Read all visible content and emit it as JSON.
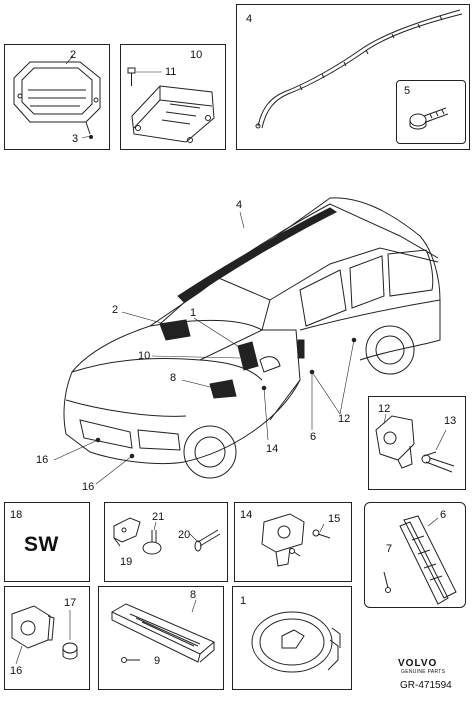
{
  "callouts": {
    "p2_2": "2",
    "p2_3": "3",
    "p10_10": "10",
    "p10_11": "11",
    "p4_4": "4",
    "p5_5": "5",
    "car_4": "4",
    "car_2": "2",
    "car_1": "1",
    "car_10": "10",
    "car_8": "8",
    "car_16a": "16",
    "car_16b": "16",
    "car_14": "14",
    "car_6": "6",
    "car_12": "12",
    "p12_12": "12",
    "p12_13": "13",
    "p18_18": "18",
    "p21_21": "21",
    "p21_20": "20",
    "p21_19": "19",
    "p14_14": "14",
    "p14_15": "15",
    "p6_6": "6",
    "p6_7": "7",
    "p16_17": "17",
    "p16_16": "16",
    "p8_8": "8",
    "p8_9": "9",
    "p1_1": "1"
  },
  "sw_label": "SW",
  "brand": {
    "name": "VOLVO",
    "subtitle": "GENUINE PARTS",
    "reference": "GR-471594"
  }
}
